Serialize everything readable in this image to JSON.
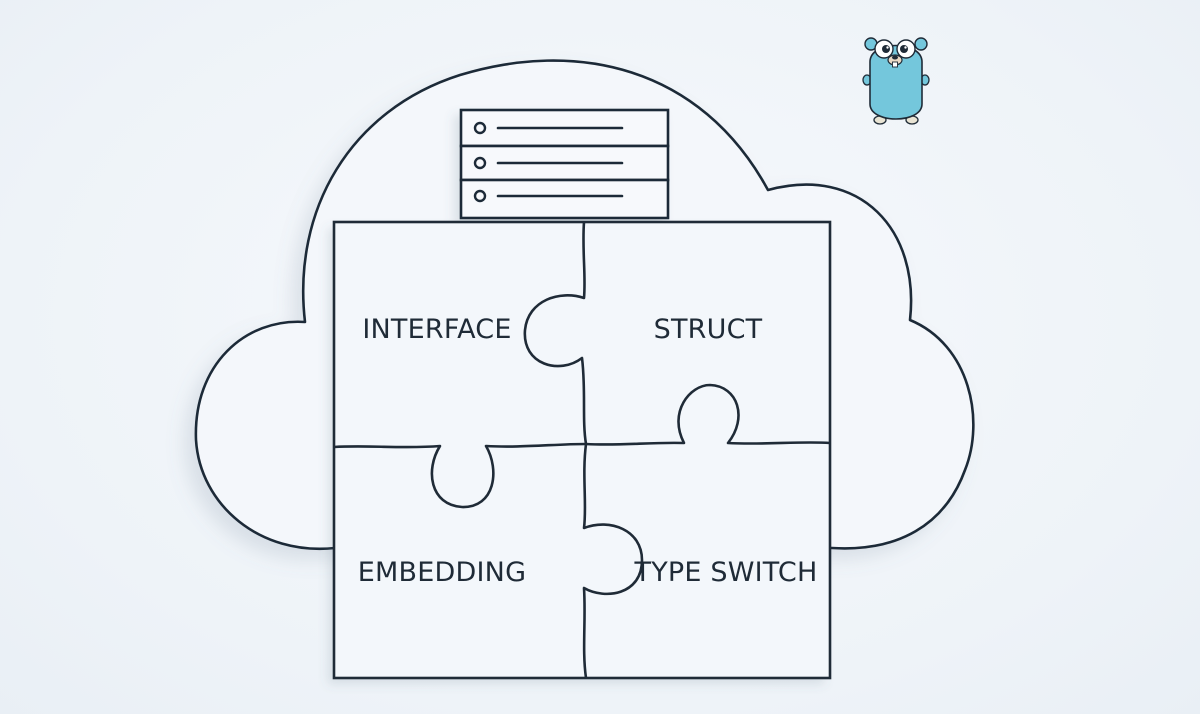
{
  "diagram": {
    "pieces": [
      {
        "id": "interface",
        "label": "INTERFACE"
      },
      {
        "id": "struct",
        "label": "STRUCT"
      },
      {
        "id": "embedding",
        "label": "EMBEDDING"
      },
      {
        "id": "type-switch",
        "label": "TYPE SWITCH"
      }
    ],
    "mascot": "go-gopher-icon",
    "server": "server-rack-icon",
    "colors": {
      "outline": "#1f2b37",
      "piece_fill": "#f3f7fb",
      "cloud_fill": "#f4f7fb",
      "gopher": "#74c7dc"
    }
  }
}
